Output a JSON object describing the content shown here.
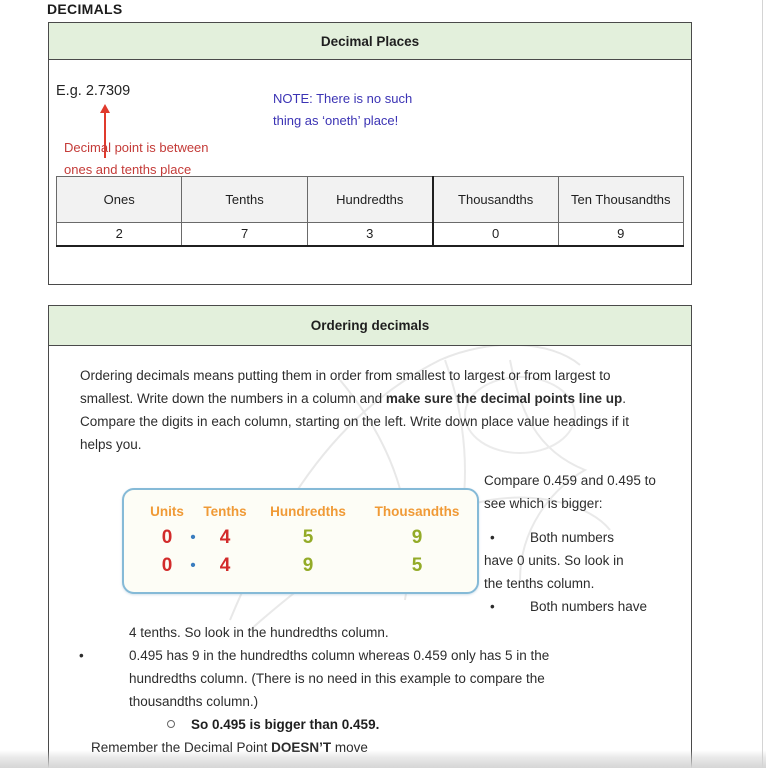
{
  "title": "DECIMALS",
  "decimal_places": {
    "header": "Decimal Places",
    "example": "E.g. 2.7309",
    "note": {
      "line1": "NOTE: There is no such",
      "line2": "thing as ‘oneth’ place!"
    },
    "arrow_caption": {
      "line1": "Decimal point is between",
      "line2": "ones and tenths place"
    },
    "table": {
      "headers": [
        "Ones",
        "Tenths",
        "Hundredths",
        "Thousandths",
        "Ten Thousandths"
      ],
      "values": [
        "2",
        "7",
        "3",
        "0",
        "9"
      ]
    }
  },
  "ordering": {
    "header": "Ordering decimals",
    "intro": {
      "seg1": "Ordering decimals means putting them in order from smallest to largest or from largest to smallest. Write down the numbers in a column and ",
      "seg2_bold": "make sure the decimal points line up",
      "seg3": ". Compare the digits in each column, starting on the left. Write down place value headings if it helps you."
    },
    "place_value_box": {
      "headers": [
        "Units",
        "Tenths",
        "Hundredths",
        "Thousandths"
      ],
      "decimal_point": "•",
      "row1": {
        "units": "0",
        "tenths": "4",
        "hundredths": "5",
        "thousandths": "9"
      },
      "row2": {
        "units": "0",
        "tenths": "4",
        "hundredths": "9",
        "thousandths": "5"
      }
    },
    "compare": {
      "bullet_char": "•",
      "line1": "Compare 0.459 and 0.495 to",
      "line2": "see which is bigger:",
      "bullet1_line1": "Both numbers",
      "bullet1_line2": "have 0 units. So look in",
      "bullet1_line3": "the tenths column.",
      "bullet2_line1": "Both numbers have",
      "bullet2_cont": "4 tenths. So look in the hundredths column.",
      "bullet3_line1": "0.495 has 9 in the hundredths column whereas 0.459 only has 5 in the",
      "bullet3_line2": "hundredths column. (There is no need in this example to compare the",
      "bullet3_line3": "thousandths column.)",
      "conclusion": "So 0.495 is bigger than 0.459."
    },
    "remember": {
      "seg1": "Remember the Decimal Point ",
      "seg2_bold": "DOESN’T",
      "seg3": " move"
    }
  },
  "colors": {
    "section_header_green": "#e3f0dc",
    "note_blue": "#3b33b4",
    "caption_red": "#c43b38",
    "arrow_red": "#e03a2c",
    "place_value_orange": "#f09a36",
    "digit_red": "#d22b2b",
    "digit_green": "#93ab28",
    "decimal_dot_blue": "#3a7dbf",
    "blue_box_border": "#85bad7",
    "table_header_gray": "#f2f2f2"
  }
}
